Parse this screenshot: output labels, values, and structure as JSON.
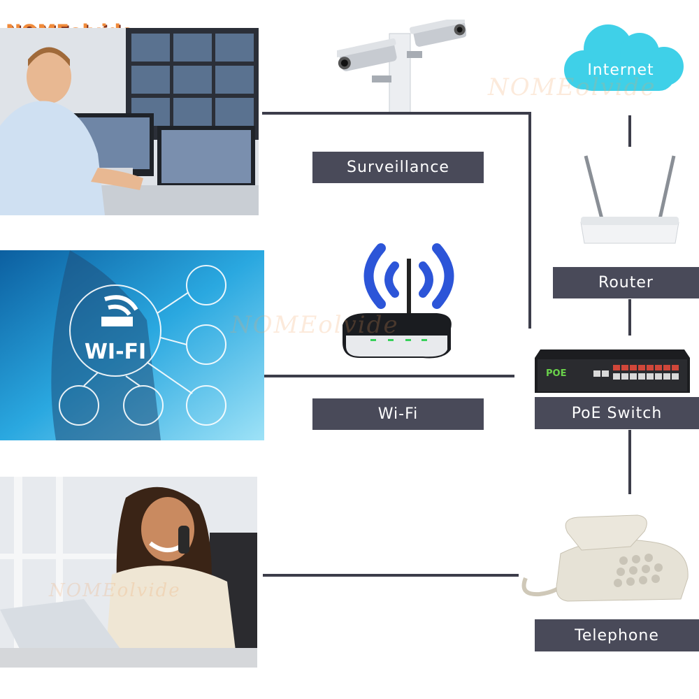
{
  "brand": {
    "logo_text": "NOMEolvide",
    "watermark": "NOMEolvide"
  },
  "labels": {
    "surveillance": "Surveillance",
    "wifi": "Wi-Fi",
    "internet": "Internet",
    "router": "Router",
    "poe_switch": "PoE Switch",
    "telephone": "Telephone"
  },
  "devices": {
    "poe_badge": "POE",
    "wifi_hub": "WI-FI"
  },
  "colors": {
    "label_bg": "#494a59",
    "line": "#3c3d4a",
    "cloud": "#3fd0e8",
    "accent_orange": "#f08a3a",
    "wifi_blue": "#2c55d8"
  }
}
